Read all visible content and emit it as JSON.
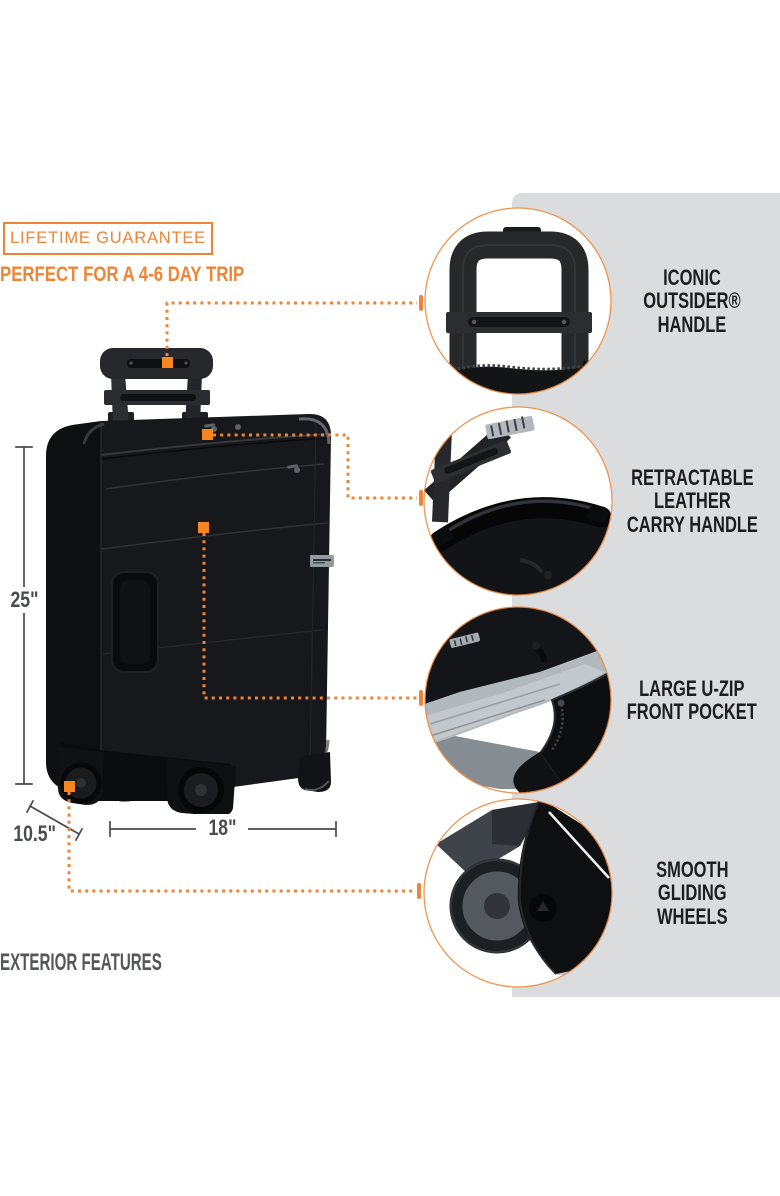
{
  "colors": {
    "accent_orange": "#EE8435",
    "marker_orange": "#F5871E",
    "band_gray": "#DBDCDD",
    "dim_gray": "#4A4B4D",
    "label_dark": "#1D1D1F",
    "footer_gray": "#55565A",
    "suitcase_black": "#17181B"
  },
  "header": {
    "badge": "LIFETIME GUARANTEE",
    "tagline": "PERFECT FOR A 4-6 DAY TRIP"
  },
  "dimensions": {
    "height": "25\"",
    "width": "18\"",
    "depth": "10.5\""
  },
  "features": [
    {
      "id": "outsider-handle",
      "label": "ICONIC\nOUTSIDER®\nHANDLE"
    },
    {
      "id": "carry-handle",
      "label": "RETRACTABLE\nLEATHER\nCARRY HANDLE"
    },
    {
      "id": "u-zip-pocket",
      "label": "LARGE U-ZIP\nFRONT POCKET"
    },
    {
      "id": "wheels",
      "label": "SMOOTH\nGLIDING\nWHEELS"
    }
  ],
  "footer": {
    "title": "EXTERIOR FEATURES"
  }
}
